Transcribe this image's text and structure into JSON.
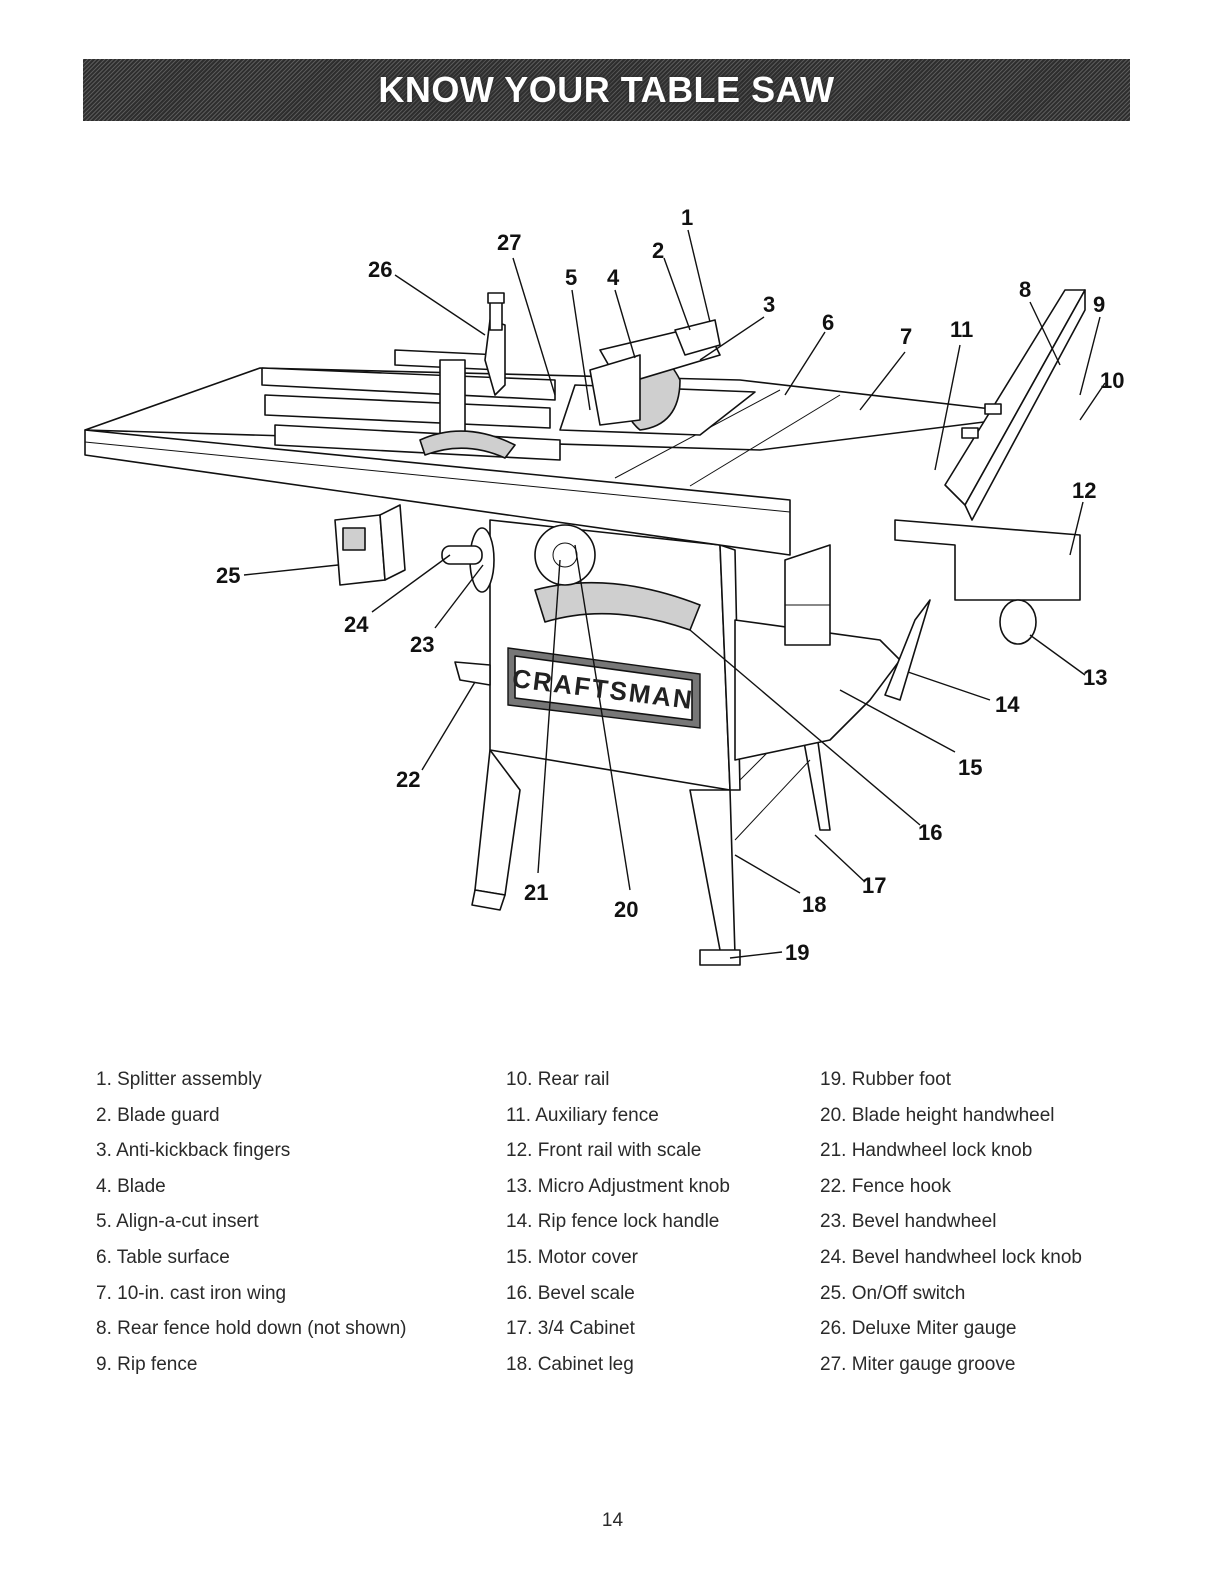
{
  "header": {
    "title": "KNOW YOUR TABLE SAW"
  },
  "diagram": {
    "brand_logo": "CRAFTSMAN",
    "callouts": [
      "1",
      "2",
      "3",
      "4",
      "5",
      "6",
      "7",
      "8",
      "9",
      "10",
      "11",
      "12",
      "13",
      "14",
      "15",
      "16",
      "17",
      "18",
      "19",
      "20",
      "21",
      "22",
      "23",
      "24",
      "25",
      "26",
      "27"
    ]
  },
  "legend": {
    "columns": [
      [
        "1. Splitter assembly",
        "2. Blade guard",
        "3. Anti-kickback fingers",
        "4. Blade",
        "5. Align-a-cut insert",
        "6. Table surface",
        "7. 10-in. cast iron wing",
        "8. Rear fence hold down (not shown)",
        "9. Rip fence"
      ],
      [
        "10. Rear rail",
        "11. Auxiliary fence",
        "12. Front rail with scale",
        "13. Micro Adjustment knob",
        "14. Rip fence lock handle",
        "15. Motor cover",
        "16. Bevel scale",
        "17. 3/4 Cabinet",
        "18. Cabinet leg"
      ],
      [
        "19. Rubber foot",
        "20. Blade height handwheel",
        "21. Handwheel lock knob",
        "22. Fence hook",
        "23. Bevel handwheel",
        "24. Bevel handwheel lock knob",
        "25. On/Off switch",
        "26. Deluxe Miter gauge",
        "27. Miter gauge groove"
      ]
    ]
  },
  "footer": {
    "page_number": "14"
  }
}
